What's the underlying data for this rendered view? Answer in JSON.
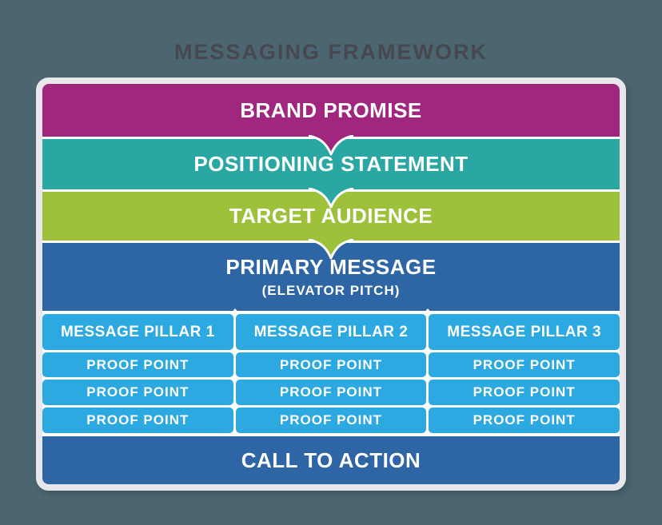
{
  "page": {
    "title": "MESSAGING FRAMEWORK"
  },
  "colors": {
    "background": "#4c6671",
    "title_text": "#47474f",
    "card_border": "#e8e8ec",
    "card_background": "#ffffff",
    "brand_promise": "#a1267e",
    "positioning_statement": "#2aa7a3",
    "target_audience": "#9dc13b",
    "primary_message": "#2d65a5",
    "pillar_cells": "#2ba9e0",
    "call_to_action": "#2d65a5",
    "bar_text": "#ffffff"
  },
  "diagram": {
    "bars": [
      {
        "id": "brand-promise",
        "label": "BRAND PROMISE",
        "color": "#a1267e"
      },
      {
        "id": "positioning-statement",
        "label": "POSITIONING STATEMENT",
        "color": "#2aa7a3"
      },
      {
        "id": "target-audience",
        "label": "TARGET AUDIENCE",
        "color": "#9dc13b"
      },
      {
        "id": "primary-message",
        "label": "PRIMARY MESSAGE",
        "sublabel": "(ELEVATOR PITCH)",
        "color": "#2d65a5"
      }
    ],
    "pillars": {
      "headers": [
        "MESSAGE PILLAR 1",
        "MESSAGE PILLAR 2",
        "MESSAGE PILLAR 3"
      ],
      "proof_rows": [
        [
          "PROOF POINT",
          "PROOF POINT",
          "PROOF POINT"
        ],
        [
          "PROOF POINT",
          "PROOF POINT",
          "PROOF POINT"
        ],
        [
          "PROOF POINT",
          "PROOF POINT",
          "PROOF POINT"
        ]
      ],
      "cell_color": "#2ba9e0"
    },
    "call_to_action": {
      "label": "CALL TO ACTION",
      "color": "#2d65a5"
    }
  }
}
